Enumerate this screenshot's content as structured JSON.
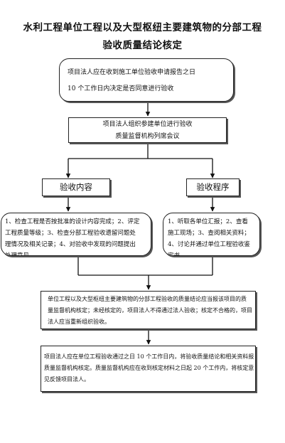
{
  "title": {
    "line1": "水利工程单位工程以及大型枢纽主要建筑物的分部工程",
    "line2": "验收质量结论核定"
  },
  "step1": {
    "line1": "项目法人应在收到施工单位验收申请报告之日",
    "line2": "10 个工作日内决定是否同意进行验收"
  },
  "step2": {
    "line1": "项目法人组织参建单位进行验收",
    "line2": "质量监督机构列席会议"
  },
  "content_box": {
    "label": "验收内容"
  },
  "procedure_box": {
    "label": "验收程序"
  },
  "content_details": {
    "line1": "1、检查工程是否按批准的设计内容完成；2、评定",
    "line2": "工程质量等级；3、检查分部工程验收遗留问题处",
    "line3": "理情况及相关记录；4、对验收中发现的问题提出",
    "line4": "处理意见。"
  },
  "procedure_details": {
    "line1": "1、听取各单位汇报；2、查看",
    "line2": "施工现场；3、查阅相关资料；",
    "line3": "4、讨论并通过单位工程验收鉴",
    "line4": "定书"
  },
  "step5": {
    "line1": "单位工程以及大型枢纽主要建筑物的分部工程验收的质量结论应当报该项目的质",
    "line2": "量监督机构核定；未经核定的，项目法人不得通过法人验收；核定不合格的，项目",
    "line3": "法人应当重新组织验收。"
  },
  "step6": {
    "line1": "项目法人应在单位工程验收通过之日 10 个工作日内，将验收质量结论和相关资料报",
    "line2": "质量监督机构核定。质量监督机构应在收到核定材料之日起 20 个工作内，将核定意",
    "line3": "见反馈项目法人。"
  }
}
